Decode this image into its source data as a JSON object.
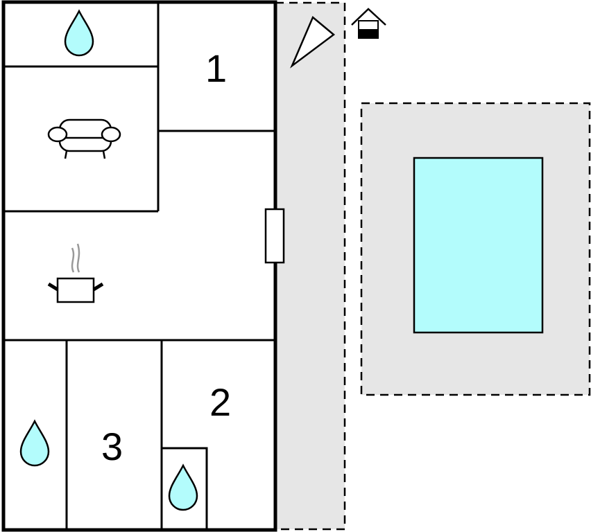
{
  "rooms": {
    "bedroom_1": "1",
    "bedroom_2": "2",
    "bedroom_3": "3"
  },
  "colors": {
    "water": "#b3fcfc",
    "terrace": "#e6e6e6",
    "wall": "#000000"
  },
  "icons": [
    "water-drop-icon",
    "sofa-icon",
    "cooking-pot-icon",
    "compass-north-icon",
    "house-icon"
  ]
}
